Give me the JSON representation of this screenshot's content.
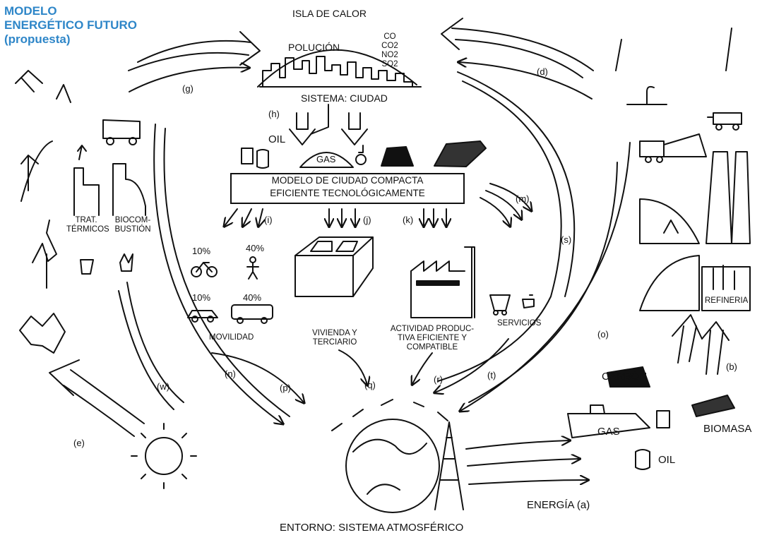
{
  "title": {
    "line1": "MODELO",
    "line2": "ENERGÉTICO FUTURO",
    "line3": "(propuesta)"
  },
  "colors": {
    "title": "#2e86c8",
    "ink": "#111111"
  },
  "top": {
    "heat_island": "ISLA DE CALOR",
    "pollution": "POLUCIÓN",
    "gases": [
      "CO",
      "CO2",
      "NO2",
      "SO2"
    ],
    "system_city": "SISTEMA: CIUDAD"
  },
  "resources": {
    "oil": "OIL",
    "gas": "GAS"
  },
  "model_box": {
    "line1": "MODELO DE CIUDAD COMPACTA",
    "line2": "EFICIENTE TECNOLÓGICAMENTE"
  },
  "left": {
    "trat_line1": "TRAT.",
    "trat_line2": "TÉRMICOS",
    "bio_line1": "BIOCOM-",
    "bio_line2": "BUSTIÓN"
  },
  "mobility": {
    "bike": "10%",
    "walk": "40%",
    "car": "10%",
    "bus": "40%",
    "label": "MOVILIDAD"
  },
  "sectors": {
    "housing_line1": "VIVIENDA Y",
    "housing_line2": "TERCIARIO",
    "activity_line1": "ACTIVIDAD PRODUC-",
    "activity_line2": "TIVA EFICIENTE Y",
    "activity_line3": "COMPATIBLE",
    "services": "SERVICIOS"
  },
  "right": {
    "refinery": "REFINERIA",
    "coal": "CARBÓN",
    "gas": "GAS",
    "oil": "OIL",
    "biomass": "BIOMASA"
  },
  "letters": {
    "a": "ENERGÍA (a)",
    "b": "(b)",
    "d": "(d)",
    "e": "(e)",
    "g": "(g)",
    "h": "(h)",
    "i": "(i)",
    "j": "(j)",
    "k": "(k)",
    "m": "(m)",
    "n": "(n)",
    "o": "(o)",
    "p": "(p)",
    "q": "(q)",
    "r": "(r)",
    "s": "(s)",
    "t": "(t)",
    "w": "(w)"
  },
  "bottom": {
    "environment": "ENTORNO: SISTEMA ATMOSFÉRICO"
  }
}
